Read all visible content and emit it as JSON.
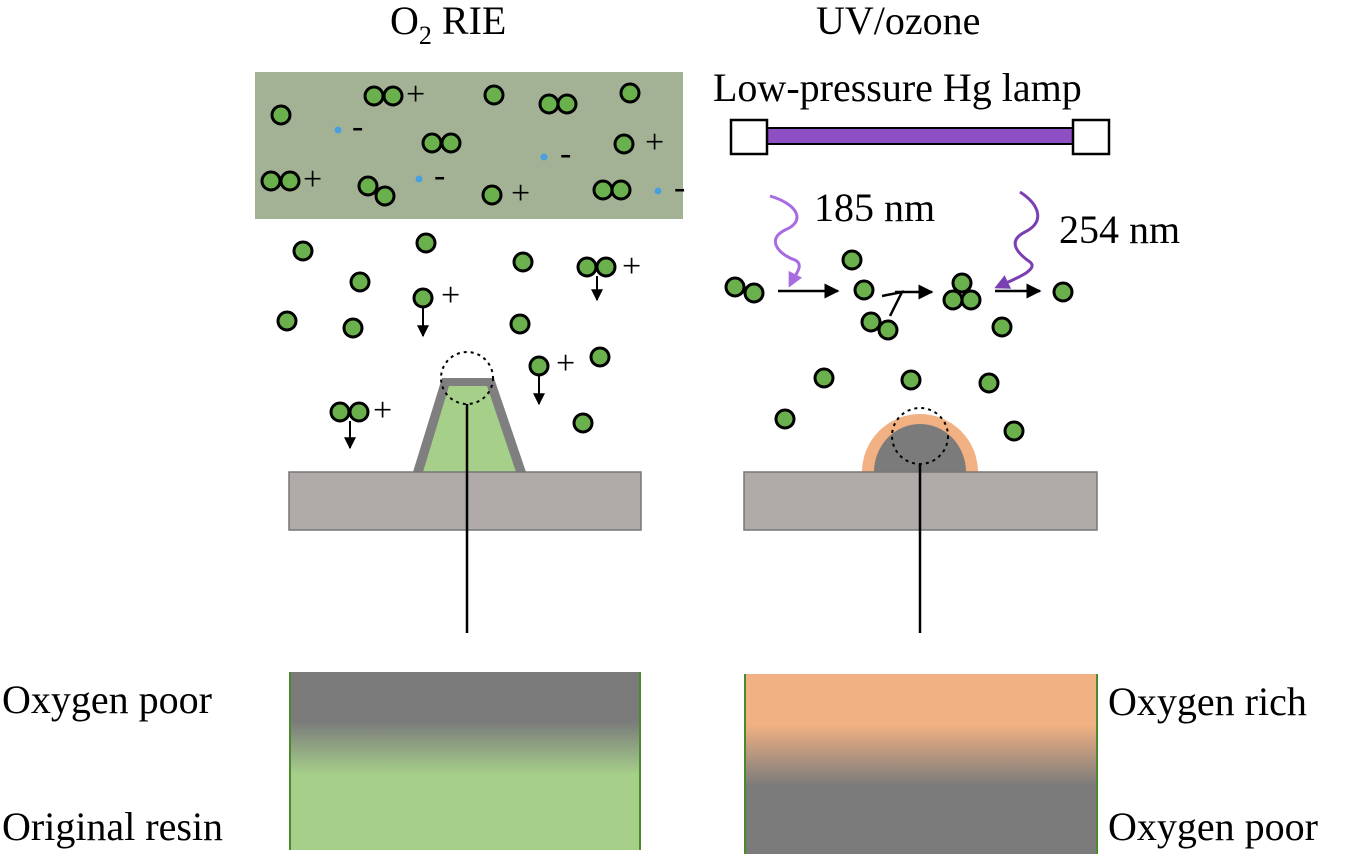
{
  "left_panel": {
    "title_main": "O",
    "title_sub": "2",
    "title_rest": " RIE",
    "plus_sign": "+",
    "minus_sign": "-",
    "label_top": "Oxygen poor",
    "label_bottom": "Original resin"
  },
  "right_panel": {
    "title": "UV/ozone",
    "lamp_label": "Low-pressure Hg lamp",
    "wavelength_1": "185 nm",
    "wavelength_2": "254 nm",
    "label_top": "Oxygen rich",
    "label_bottom": "Oxygen poor"
  },
  "colors": {
    "plasma_bg": "#a3b294",
    "atom_fill": "#6ab04c",
    "electron": "#4a9fe0",
    "substrate": "#b0aaa9",
    "resin_green": "#a6d08a",
    "oxidized_gray": "#7b7b7b",
    "oxygen_rich": "#f2b183",
    "lamp_purple": "#8e4fc4",
    "arrow_purple_light": "#a96be0",
    "arrow_purple_dark": "#7a3fb0"
  }
}
